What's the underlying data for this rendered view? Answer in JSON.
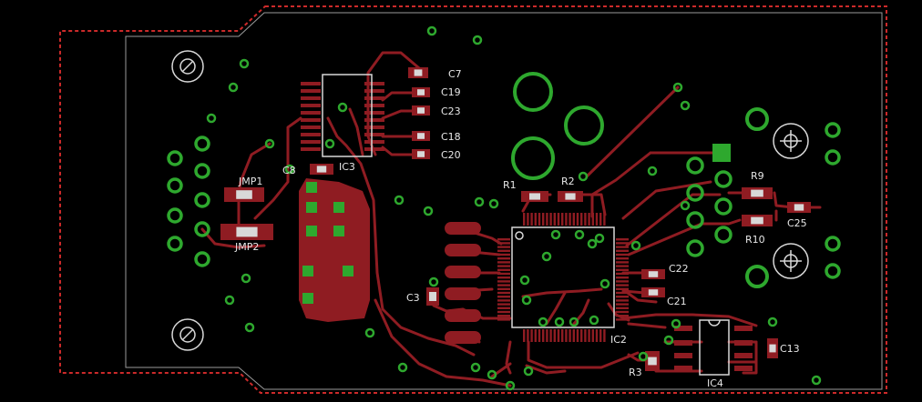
{
  "board": {
    "background": "#000000",
    "copper_color": "#8f1c22",
    "via_color": "#2ea82e",
    "silkscreen_color": "#e6e6e6",
    "outline_color": "#cc2a2a"
  },
  "labels": {
    "c7": "C7",
    "c19": "C19",
    "c23": "C23",
    "c18": "C18",
    "c20": "C20",
    "ic3": "IC3",
    "c8": "C8",
    "jmp1": "JMP1",
    "jmp2": "JMP2",
    "r1": "R1",
    "r2": "R2",
    "r9": "R9",
    "r10": "R10",
    "c25": "C25",
    "c22": "C22",
    "c21": "C21",
    "c3": "C3",
    "ic2": "IC2",
    "c13": "C13",
    "r3": "R3",
    "ic4": "IC4"
  }
}
